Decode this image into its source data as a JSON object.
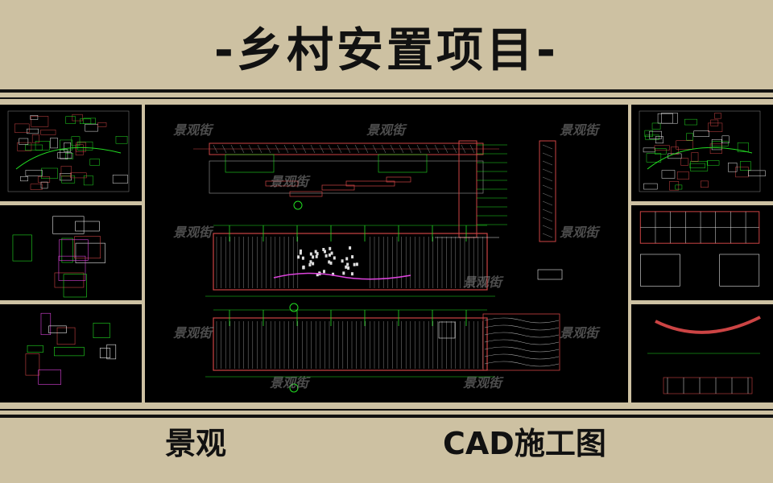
{
  "header": {
    "title": "-乡村安置项目-"
  },
  "watermark": "景观街",
  "footer": {
    "left": "景观",
    "right": "CAD施工图"
  },
  "colors": {
    "background": "#cdc1a2",
    "panel": "#000000",
    "cad_green": "#22dd22",
    "cad_red": "#cc4444",
    "cad_white": "#e8e8e8",
    "cad_magenta": "#dd44dd"
  }
}
